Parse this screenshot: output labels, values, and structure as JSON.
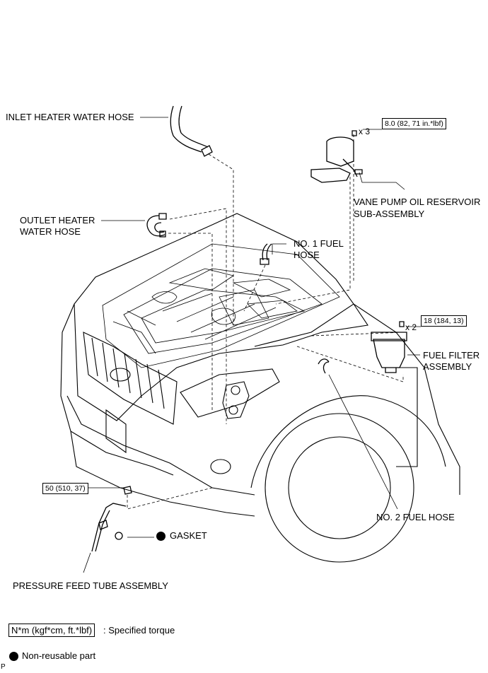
{
  "labels": {
    "inlet_heater_water_hose": "INLET HEATER WATER HOSE",
    "outlet_heater_water_hose_1": "OUTLET HEATER",
    "outlet_heater_water_hose_2": "WATER HOSE",
    "no1_fuel_hose_1": "NO. 1 FUEL",
    "no1_fuel_hose_2": "HOSE",
    "vane_pump_1": "VANE PUMP OIL RESERVOIR",
    "vane_pump_2": "SUB-ASSEMBLY",
    "fuel_filter_1": "FUEL FILTER",
    "fuel_filter_2": "ASSEMBLY",
    "no2_fuel_hose": "NO. 2 FUEL HOSE",
    "gasket": "GASKET",
    "pressure_feed_tube": "PRESSURE FEED TUBE ASSEMBLY"
  },
  "torques": {
    "vane_pump": "8.0 (82, 71 in.*lbf)",
    "fuel_filter": "18 (184, 13)",
    "pressure_feed": "50 (510, 37)"
  },
  "quantities": {
    "vane_pump": "x 3",
    "fuel_filter": "x 2"
  },
  "legend": {
    "torque_box": "N*m (kgf*cm, ft.*lbf)",
    "torque_text": ": Specified torque",
    "nonreusable_text": "Non-reusable part"
  },
  "corner_mark": "P"
}
